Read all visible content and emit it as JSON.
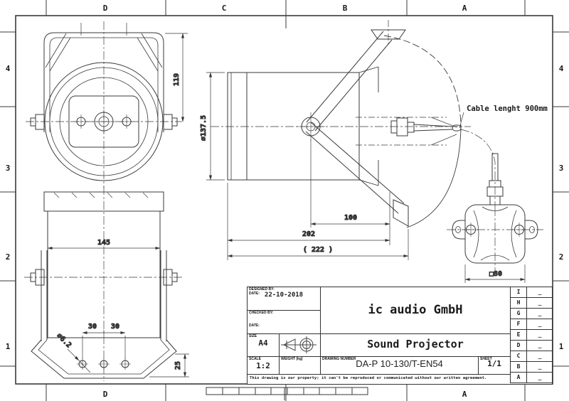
{
  "frame": {
    "top_labels": [
      "D",
      "C",
      "B",
      "A"
    ],
    "bottom_labels": [
      "D",
      "A"
    ],
    "side_labels": [
      "4",
      "3",
      "2",
      "1"
    ]
  },
  "drawing": {
    "cable_note": "Cable lenght 900mm",
    "front_view": {
      "dim_height": "119"
    },
    "side_view": {
      "dim_diameter": "⌀137.5",
      "dim_depth_1": "100",
      "dim_depth_2": "202",
      "dim_depth_overall": "( 222 )"
    },
    "rear_view": {
      "dim_width": "145",
      "dim_spacing_left": "30",
      "dim_spacing_right": "30",
      "dim_hole": "⌀6.2",
      "dim_base_height": "25"
    },
    "junction_box": {
      "dim_size": "□80"
    }
  },
  "title_block": {
    "designed_by_label": "DESIGNED BY:",
    "date_label": "DATE:",
    "date_value": "22-10-2018",
    "checked_by_label": "CHECKED BY:",
    "date2_label": "DATE:",
    "company": "ic audio GmbH",
    "size_label": "SIZE",
    "size_value": "A4",
    "product_title": "Sound Projector",
    "scale_label": "SCALE",
    "scale_value": "1:2",
    "weight_label": "WEIGHT (kg)",
    "drawing_number_label": "DRAWING NUMBER",
    "drawing_number": "DA-P 10-130/T-EN54",
    "sheet_label": "SHEET",
    "sheet_value": "1/1",
    "disclaimer": "This drawing is our property; it can't be reproduced or communicated without our written agreement.",
    "revisions": [
      {
        "rev": "I",
        "note": "_"
      },
      {
        "rev": "H",
        "note": "_"
      },
      {
        "rev": "G",
        "note": "_"
      },
      {
        "rev": "F",
        "note": "_"
      },
      {
        "rev": "E",
        "note": "_"
      },
      {
        "rev": "D",
        "note": "_"
      },
      {
        "rev": "C",
        "note": "_"
      },
      {
        "rev": "B",
        "note": "_"
      },
      {
        "rev": "A",
        "note": "_"
      }
    ]
  }
}
